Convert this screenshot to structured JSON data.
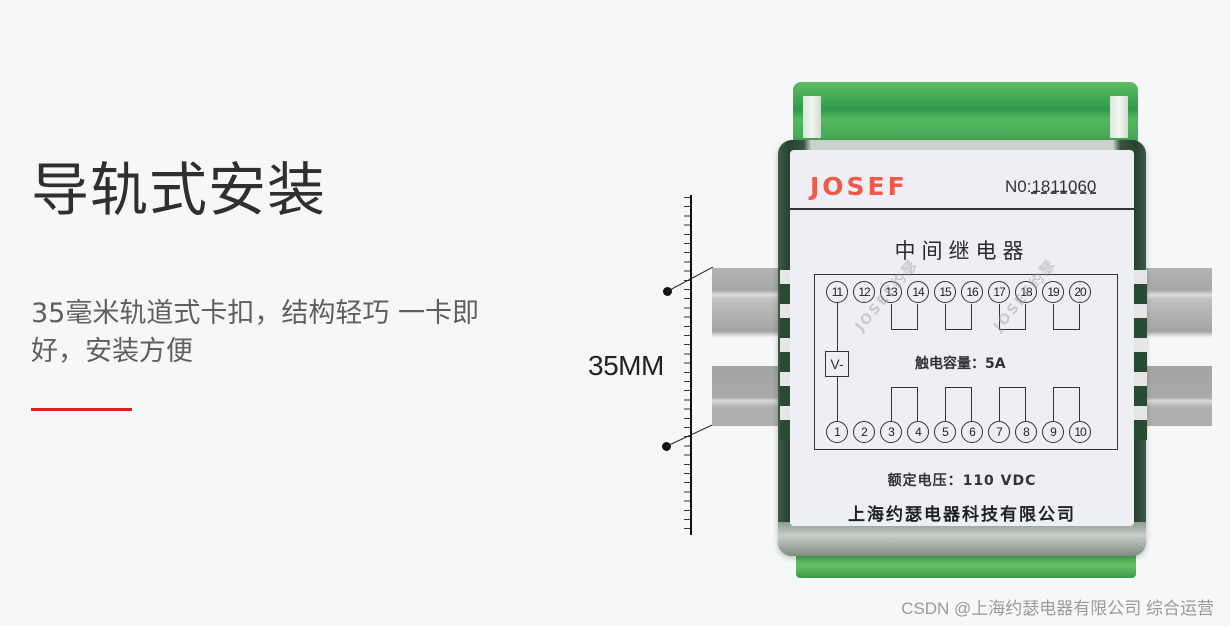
{
  "heading": {
    "title": "导轨式安装",
    "description": "35毫米轨道式卡扣，结构轻巧 一卡即好，安装方便",
    "accent_color": "#d81e1e"
  },
  "dimension": {
    "label": "35MM"
  },
  "device": {
    "brand": "JOSEF",
    "brand_color": "#f05a4a",
    "serial_prefix": "N0:",
    "serial_number": "1811060",
    "name": "中间继电器",
    "coil_label": "V-",
    "contact_capacity": "触电容量：5A",
    "rated_voltage": "额定电压：110 VDC",
    "company": "上海约瑟电器科技有限公司",
    "watermark": "JOSEF约瑟",
    "terminals_top": [
      "11",
      "12",
      "13",
      "14",
      "15",
      "16",
      "17",
      "18",
      "19",
      "20"
    ],
    "terminals_bottom": [
      "1",
      "2",
      "3",
      "4",
      "5",
      "6",
      "7",
      "8",
      "9",
      "10"
    ],
    "case_color": "#4caf50"
  },
  "footer": {
    "watermark": "CSDN @上海约瑟电器有限公司 综合运营"
  }
}
